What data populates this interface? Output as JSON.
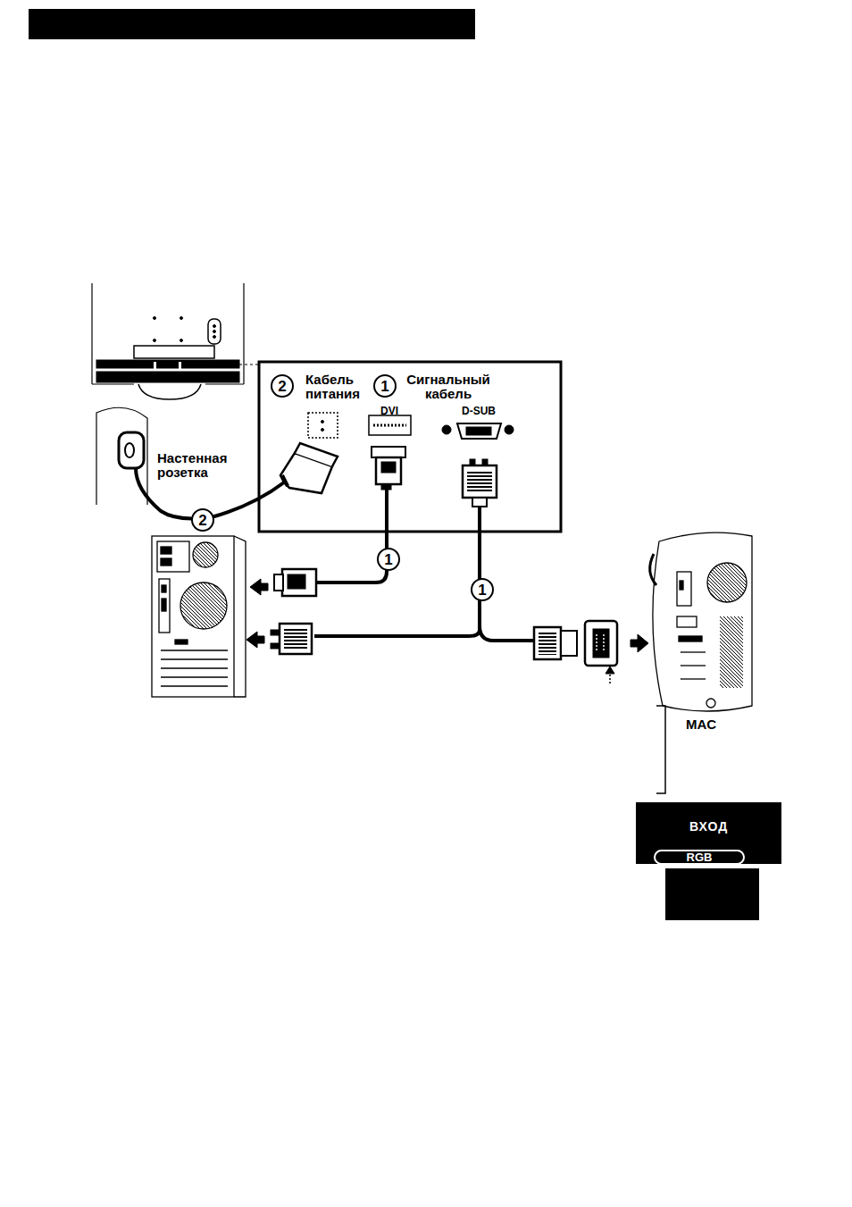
{
  "diagram": {
    "nodes": [
      {
        "text": [
          "2"
        ]
      },
      {
        "text": [
          "1"
        ]
      },
      {
        "text": [
          "2"
        ]
      },
      {
        "text": [
          "1"
        ]
      },
      {
        "text": [
          "1"
        ]
      },
      {
        "text": [
          "ВХОД"
        ]
      },
      {
        "text": [
          "RGB"
        ],
        "in": 5
      }
    ],
    "labels": [
      "Кабель питания",
      "Сигнальный кабель",
      "DVI",
      "D-SUB",
      "Настенная розетка",
      "MAC"
    ]
  }
}
